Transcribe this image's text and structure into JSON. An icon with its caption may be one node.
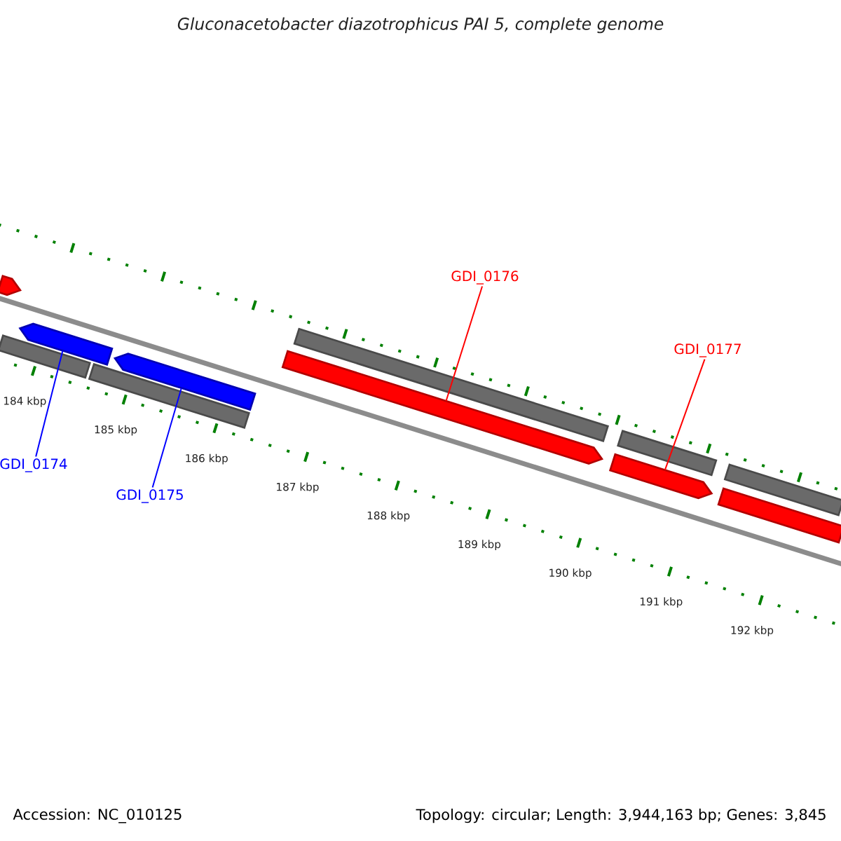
{
  "diagram": {
    "title": "Gluconacetobacter diazotrophicus PAI 5, complete genome",
    "nodes": [
      {
        "text": [
          "GDI_0174"
        ]
      },
      {
        "text": [
          "GDI_0175"
        ]
      },
      {
        "text": [
          "GDI_0176"
        ]
      },
      {
        "text": [
          "GDI_0177"
        ]
      },
      {
        "text": [],
        "shape": "arrow"
      },
      {
        "text": [],
        "shape": "arrow"
      },
      {
        "text": [],
        "shape": "arrow"
      },
      {
        "text": [],
        "shape": "arrow"
      },
      {
        "text": [],
        "shape": "arrow"
      },
      {
        "text": [],
        "shape": "bar"
      },
      {
        "text": [],
        "shape": "bar"
      },
      {
        "text": [],
        "shape": "bar"
      },
      {
        "text": [],
        "shape": "bar"
      },
      {
        "text": [],
        "shape": "bar"
      },
      {
        "text": [],
        "shape": "bar"
      }
    ],
    "edges": [
      {
        "from": 0,
        "to": 4,
        "arrow": "none",
        "color": "#0000ff"
      },
      {
        "from": 1,
        "to": 5,
        "arrow": "none",
        "color": "#0000ff"
      },
      {
        "from": 2,
        "to": 6,
        "arrow": "none",
        "color": "#ff0000"
      },
      {
        "from": 3,
        "to": 7,
        "arrow": "none",
        "color": "#ff0000"
      }
    ],
    "labels": [
      "184 kbp",
      "185 kbp",
      "186 kbp",
      "187 kbp",
      "188 kbp",
      "189 kbp",
      "190 kbp",
      "191 kbp",
      "192 kbp",
      "Accession: NC_010125",
      "Topology: circular; Length: 3,944,163 bp; Genes: 3,845"
    ]
  }
}
